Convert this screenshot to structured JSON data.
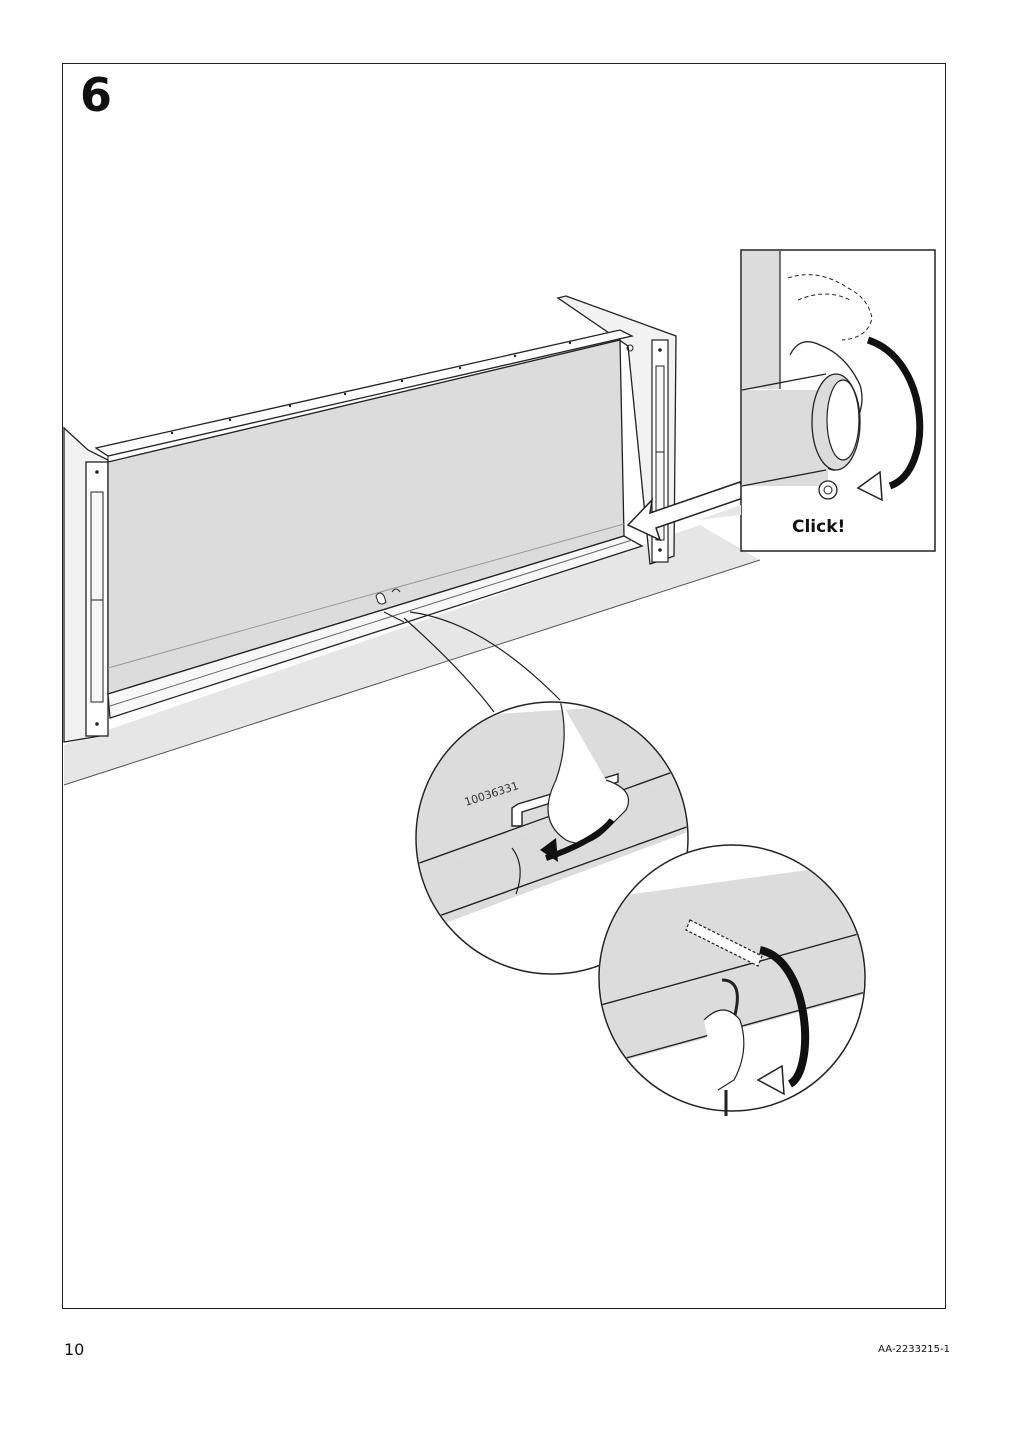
{
  "step": {
    "number": "6"
  },
  "detail_callout": {
    "click_text": "Click!"
  },
  "zoom_view": {
    "part_number": "10036331"
  },
  "footer": {
    "page_number": "10",
    "document_code": "AA-2233215-1"
  },
  "colors": {
    "outline": "#222222",
    "blind_fabric": "#dcdcdc",
    "floor_shadow": "#e6e6e6",
    "frame_fill": "#f2f2f2",
    "arrow_fill": "#111111"
  },
  "icons": {
    "rotate_arrow": "curved-arrow-icon",
    "insert_arrow": "arrow-left-icon"
  }
}
